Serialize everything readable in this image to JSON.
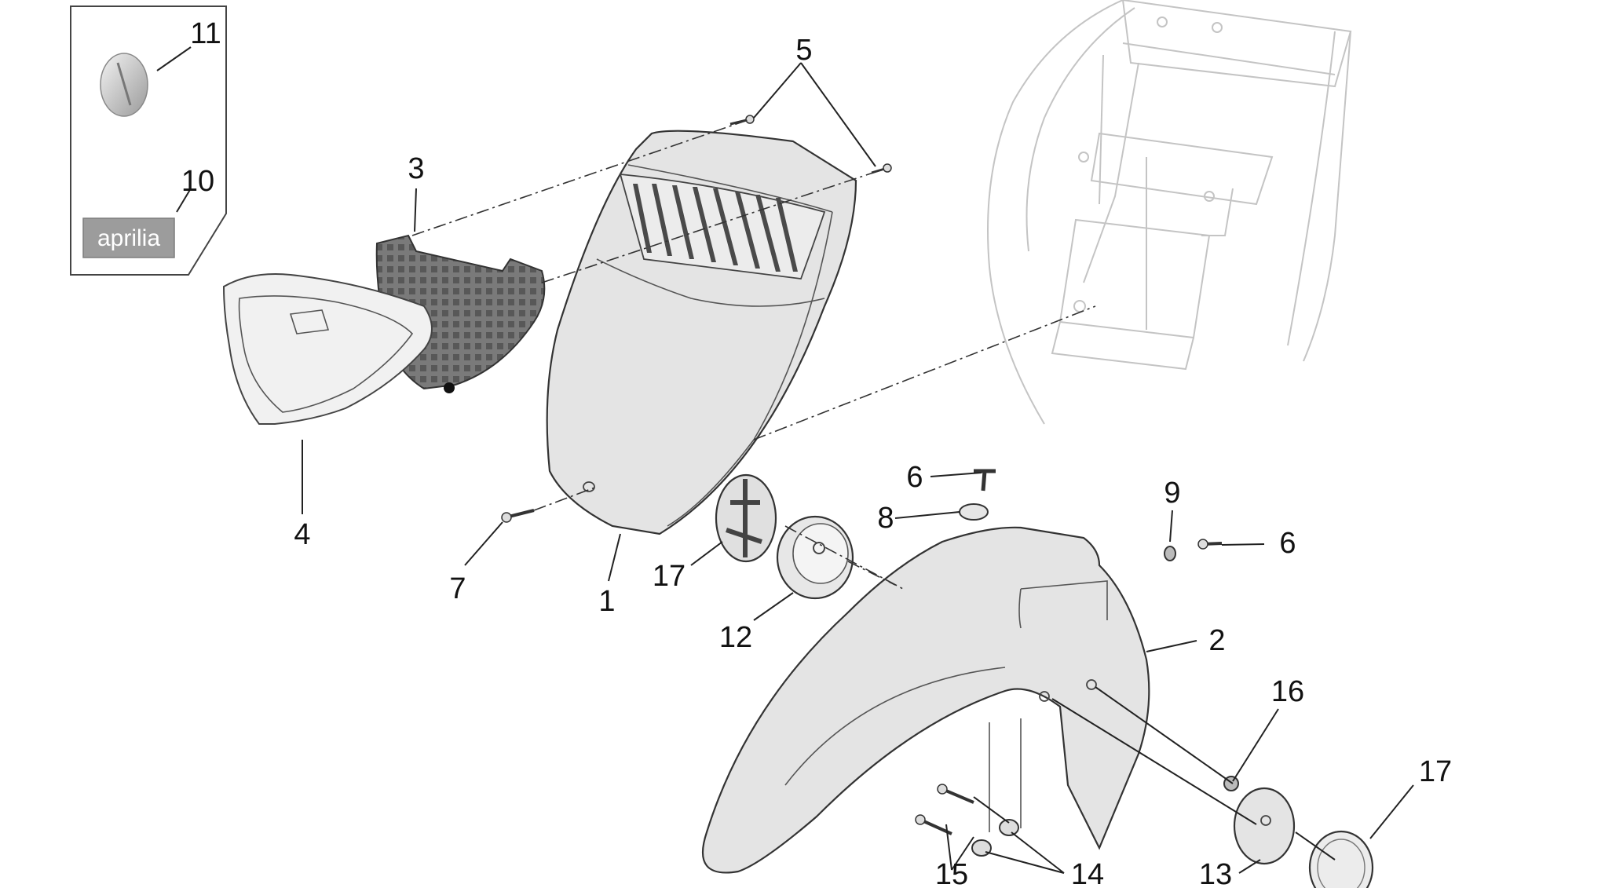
{
  "diagram": {
    "callouts": [
      {
        "id": "c11",
        "label": "11"
      },
      {
        "id": "c10",
        "label": "10"
      },
      {
        "id": "c3",
        "label": "3"
      },
      {
        "id": "c5",
        "label": "5"
      },
      {
        "id": "c4",
        "label": "4"
      },
      {
        "id": "c7",
        "label": "7"
      },
      {
        "id": "c1",
        "label": "1"
      },
      {
        "id": "c17a",
        "label": "17"
      },
      {
        "id": "c12",
        "label": "12"
      },
      {
        "id": "c6a",
        "label": "6"
      },
      {
        "id": "c8",
        "label": "8"
      },
      {
        "id": "c9",
        "label": "9"
      },
      {
        "id": "c6b",
        "label": "6"
      },
      {
        "id": "c2",
        "label": "2"
      },
      {
        "id": "c16",
        "label": "16"
      },
      {
        "id": "c17b",
        "label": "17"
      },
      {
        "id": "c13",
        "label": "13"
      },
      {
        "id": "c15",
        "label": "15"
      },
      {
        "id": "c14",
        "label": "14"
      }
    ],
    "badge_text": "aprilia"
  },
  "colors": {
    "part_fill": "#e4e4e4",
    "grille": "#6e6e6e",
    "frame_outline": "#c4c4c4",
    "badge": "#9c9c9c"
  }
}
